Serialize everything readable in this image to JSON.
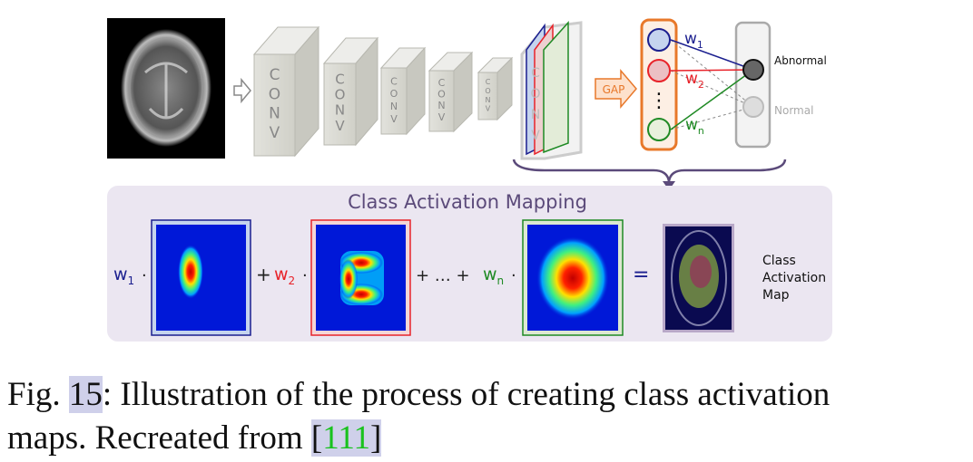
{
  "network": {
    "conv_label": [
      "C",
      "O",
      "N",
      "V"
    ],
    "gap_label": "GAP",
    "weights": [
      {
        "base": "w",
        "sub": "1",
        "color": "#1b1f8f"
      },
      {
        "base": "w",
        "sub": "2",
        "color": "#e8232a"
      },
      {
        "base": "w",
        "sub": "n",
        "color": "#1f8a24"
      }
    ],
    "dots": "⋮",
    "outputs": {
      "abnormal": "Abnormal",
      "normal": "Normal"
    }
  },
  "cam": {
    "title": "Class Activation Mapping",
    "plus": "+",
    "ellipsis_sum": "+ … +",
    "dot_op": "·",
    "equals": "=",
    "result_label": [
      "Class",
      "Activation",
      "Map"
    ]
  },
  "caption": {
    "prefix": "Fig. ",
    "fig_number": "15",
    "line1_rest": ": Illustration of the process of creating class activation",
    "line2_prefix": "maps. Recreated from ",
    "ref_open": "[",
    "ref_number": "111",
    "ref_close": "]"
  },
  "colors": {
    "blue": "#1b1f8f",
    "red": "#e8232a",
    "green": "#1f8a24",
    "orange": "#e8782a",
    "purple": "#5b4a7a",
    "panel": "#ebe6f1"
  }
}
